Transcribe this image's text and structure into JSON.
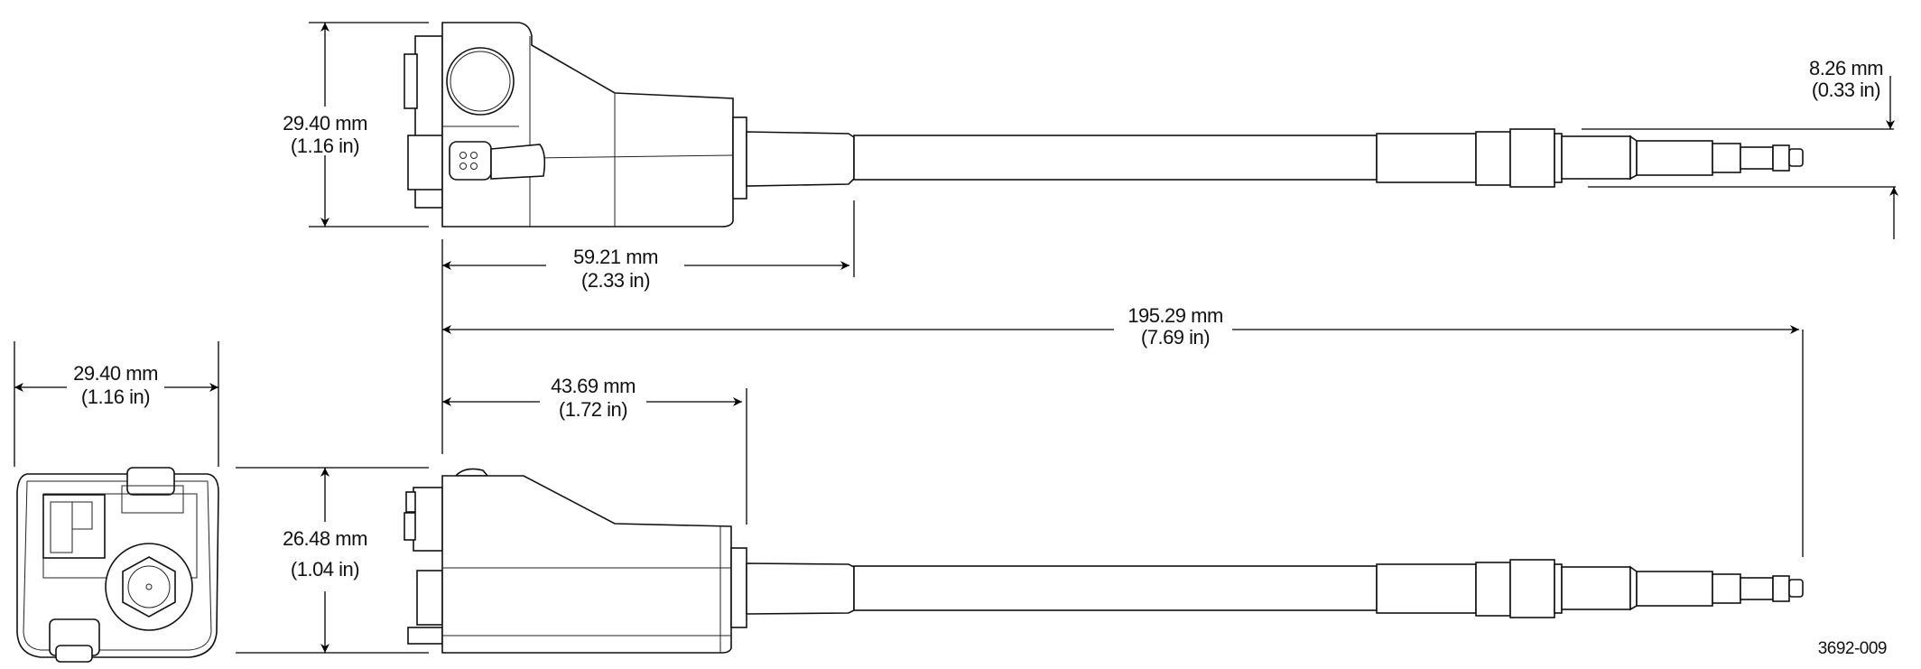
{
  "dimensions": {
    "top_height": {
      "mm": "29.40 mm",
      "in": "(1.16 in)"
    },
    "tip_diameter": {
      "mm": "8.26 mm",
      "in": "(0.33 in)"
    },
    "body_length_top": {
      "mm": "59.21 mm",
      "in": "(2.33 in)"
    },
    "overall_length": {
      "mm": "195.29 mm",
      "in": "(7.69 in)"
    },
    "end_width": {
      "mm": "29.40 mm",
      "in": "(1.16 in)"
    },
    "body_length_side": {
      "mm": "43.69 mm",
      "in": "(1.72 in)"
    },
    "side_height": {
      "mm": "26.48 mm",
      "in": "(1.04 in)"
    }
  },
  "figure_number": "3692-009",
  "colors": {
    "line": "#111111",
    "background": "#ffffff"
  }
}
